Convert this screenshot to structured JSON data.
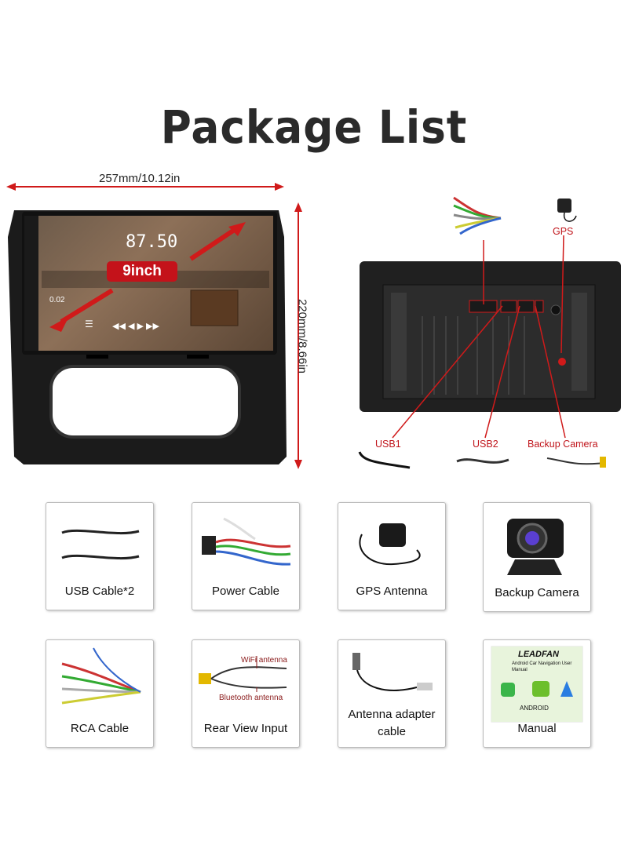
{
  "title": "Package List",
  "dimensions": {
    "width": "257mm/10.12in",
    "height": "220mm/8.66in"
  },
  "screen": {
    "size_badge": "9inch",
    "frequency": "87.50"
  },
  "rear_callouts": {
    "gps": "GPS",
    "usb1": "USB1",
    "usb2": "USB2",
    "backup": "Backup Camera"
  },
  "items": [
    {
      "label": "USB Cable*2"
    },
    {
      "label": "Power Cable"
    },
    {
      "label": "GPS Antenna"
    },
    {
      "label": "Backup Camera"
    },
    {
      "label": "RCA Cable"
    },
    {
      "label": "Rear View Input"
    },
    {
      "label": "Antenna adapter cable"
    },
    {
      "label": "Manual"
    }
  ],
  "rear_view_input": {
    "wifi": "WiFi antenna",
    "bluetooth": "Bluetooth antenna"
  },
  "manual": {
    "brand": "LEADFAN",
    "subtitle": "Android Car Navigation User Manual",
    "android": "ANDROID"
  },
  "colors": {
    "accent_red": "#c4121a"
  }
}
